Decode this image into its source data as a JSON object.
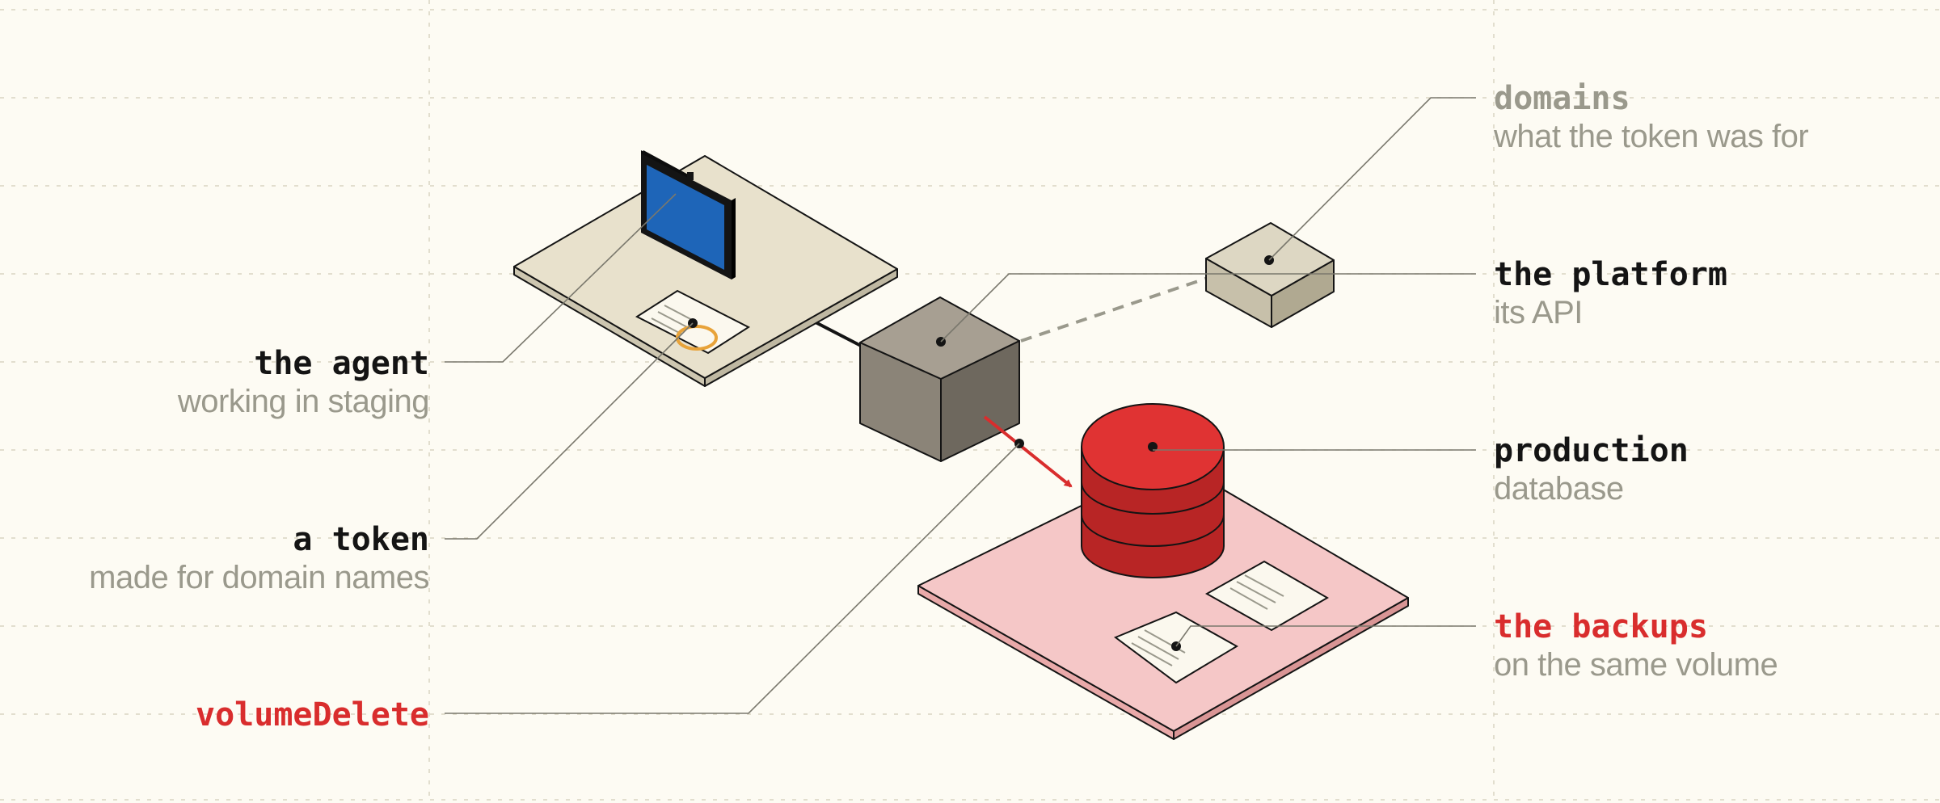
{
  "labels": {
    "agent": {
      "title": "the agent",
      "subtitle": "working in staging"
    },
    "token": {
      "title": "a token",
      "subtitle": "made for domain names"
    },
    "volume": {
      "title": "volumeDelete"
    },
    "domains": {
      "title": "domains",
      "subtitle": "what the token was for"
    },
    "platform": {
      "title": "the platform",
      "subtitle": "its API"
    },
    "database": {
      "title": "production",
      "subtitle": "database"
    },
    "backups": {
      "title": "the backups",
      "subtitle": "on the same volume"
    }
  },
  "colors": {
    "background": "#fdfbf3",
    "accent_red": "#d92d2d",
    "muted_text": "#9a998c",
    "ink": "#141414",
    "screen_blue": "#1e65b8",
    "staging_plate": "#e8e1cc",
    "production_plate": "#f5c7c7",
    "platform_cube": "#9d958a",
    "domains_box": "#ddd7c3",
    "database_red": "#e03333"
  },
  "icons": {
    "agent": "monitor-icon",
    "token": "document-icon",
    "platform": "cube-icon",
    "database": "database-icon",
    "backups": "document-icon"
  }
}
